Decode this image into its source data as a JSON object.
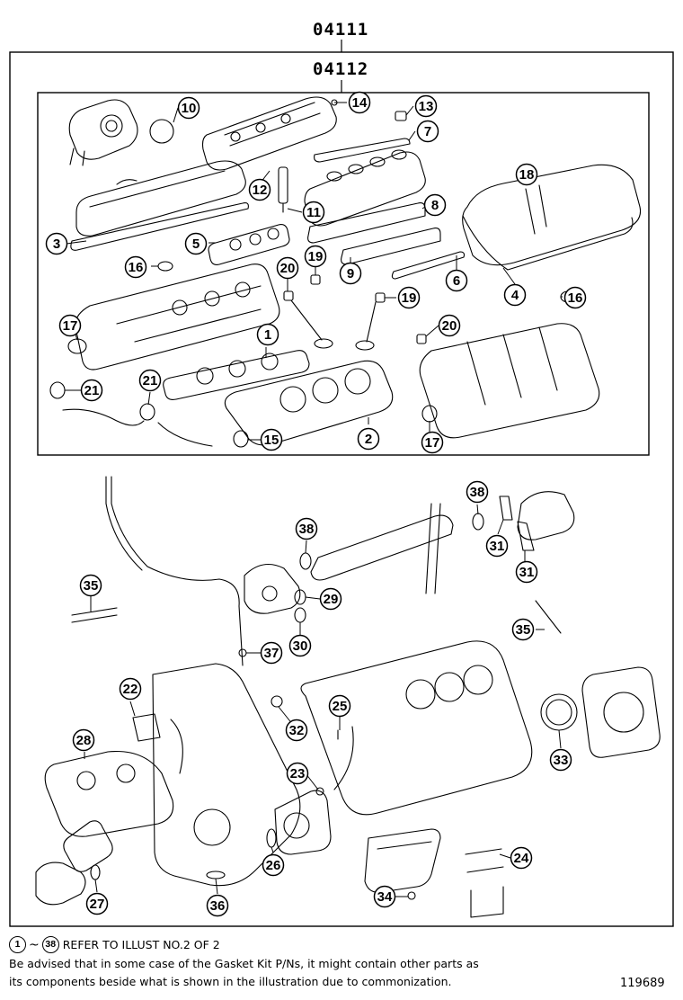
{
  "titles": {
    "outer": "04111",
    "inner": "04112"
  },
  "footer": {
    "range_start": "1",
    "range_end": "38",
    "tilde": "~",
    "refer": "REFER TO ILLUST NO.2 OF 2",
    "note_line1": "Be advised that in some case of the Gasket Kit P/Ns,  it might contain other parts as",
    "note_line2": "its components beside what is shown in the illustration due to commonization.",
    "illustration_code": "119689"
  },
  "callouts": [
    "10",
    "14",
    "13",
    "7",
    "12",
    "11",
    "8",
    "18",
    "3",
    "5",
    "16",
    "19",
    "9",
    "6",
    "4",
    "16",
    "20",
    "19",
    "17",
    "1",
    "20",
    "21",
    "21",
    "15",
    "2",
    "17",
    "38",
    "31",
    "38",
    "31",
    "35",
    "29",
    "30",
    "37",
    "35",
    "22",
    "25",
    "32",
    "33",
    "28",
    "23",
    "26",
    "27",
    "36",
    "34",
    "24"
  ],
  "colors": {
    "line": "#000000",
    "background": "#ffffff"
  }
}
